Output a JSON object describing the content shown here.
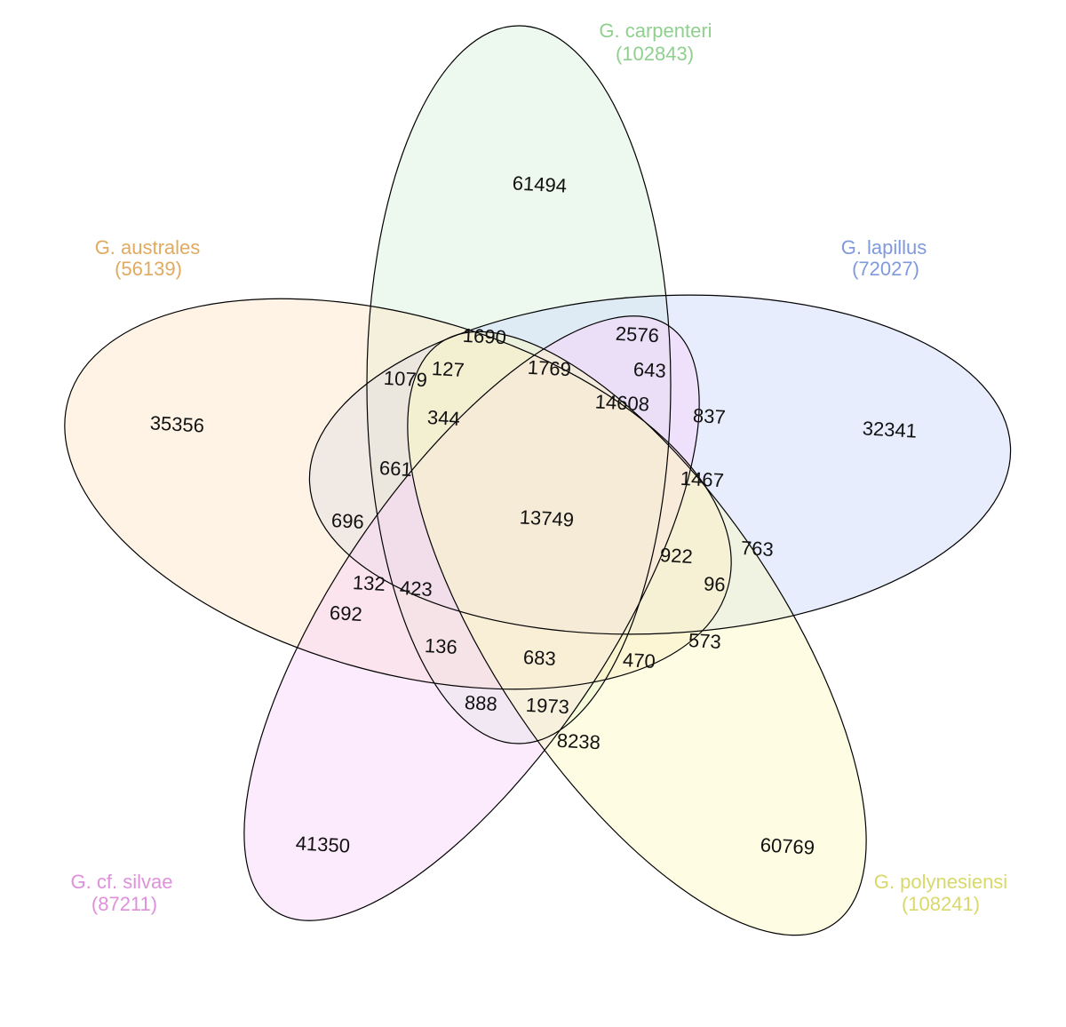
{
  "sets": [
    {
      "id": "carpenteri",
      "name": "G. carpenteri",
      "total": "(102843)",
      "color": "#8fd08f",
      "fill": "#d6f1d9"
    },
    {
      "id": "lapillus",
      "name": "G. lapillus",
      "total": "(72027)",
      "color": "#7f99dd",
      "fill": "#cdd8fb"
    },
    {
      "id": "australes",
      "name": "G. australes",
      "total": "(56139)",
      "color": "#e0aa60",
      "fill": "#fde4c3"
    },
    {
      "id": "silvae",
      "name": "G. cf. silvae",
      "total": "(87211)",
      "color": "#df90dc",
      "fill": "#f9d3f8"
    },
    {
      "id": "polynesiensi",
      "name": "G. polynesiensi",
      "total": "(108241)",
      "color": "#d9d86a",
      "fill": "#fdfbc0"
    }
  ],
  "regions": [
    "61494",
    "32341",
    "35356",
    "41350",
    "60769",
    "2576",
    "1690",
    "1079",
    "127",
    "1769",
    "643",
    "344",
    "14608",
    "837",
    "661",
    "1467",
    "696",
    "13749",
    "922",
    "763",
    "132",
    "423",
    "96",
    "692",
    "573",
    "136",
    "683",
    "470",
    "888",
    "1973",
    "8238"
  ]
}
